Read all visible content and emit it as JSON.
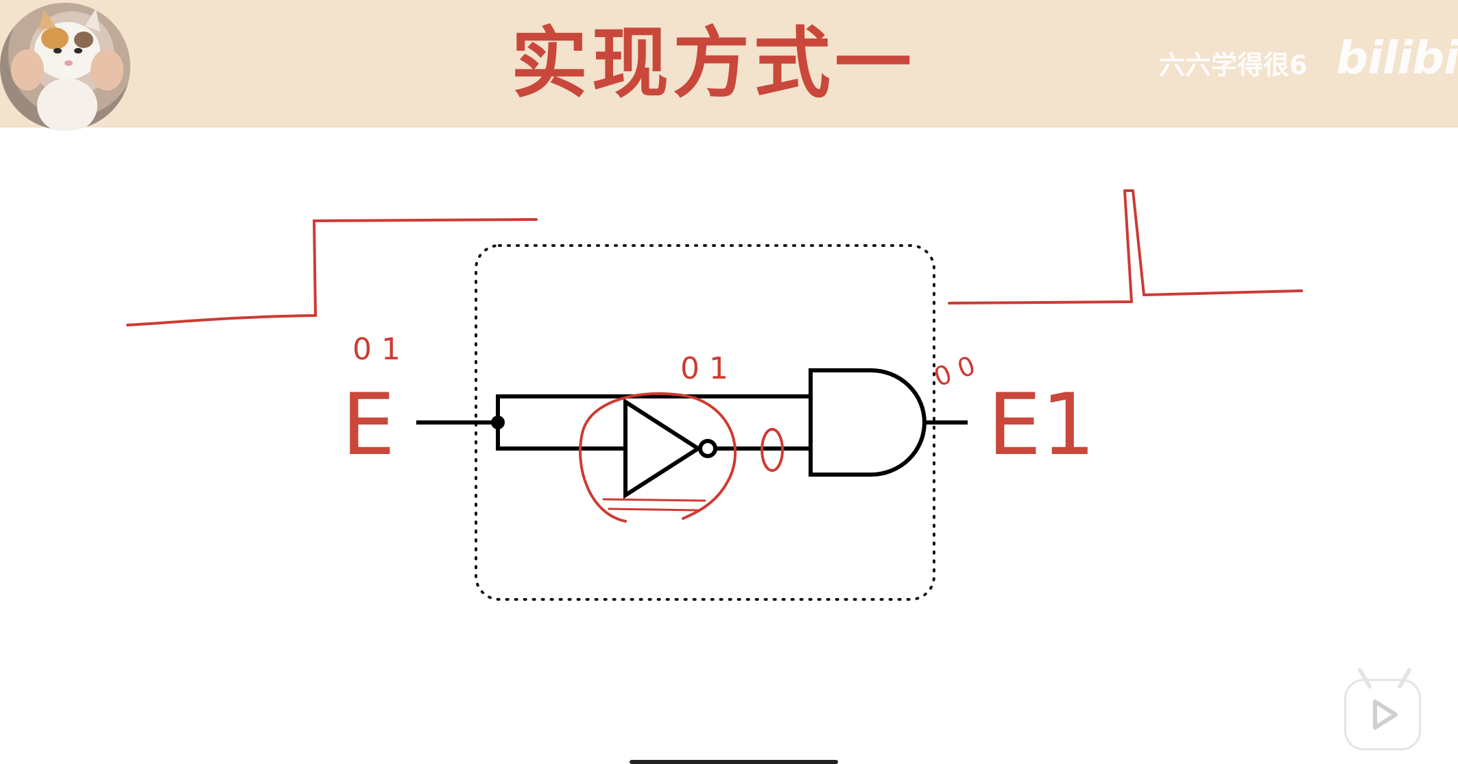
{
  "header": {
    "title": "实现方式一",
    "channel": "六六学得很6",
    "brand": "bilibili"
  },
  "diagram": {
    "input_label": "E",
    "output_label": "E1",
    "notes": {
      "input_state": "0 1",
      "top_wire_state": "0 1",
      "output_state": "0 0",
      "inverter_output": "0"
    }
  },
  "colors": {
    "header_bg": "#f3e2cc",
    "title": "#c9473b",
    "ink_red": "#cc3b33",
    "circuit": "#000000"
  }
}
